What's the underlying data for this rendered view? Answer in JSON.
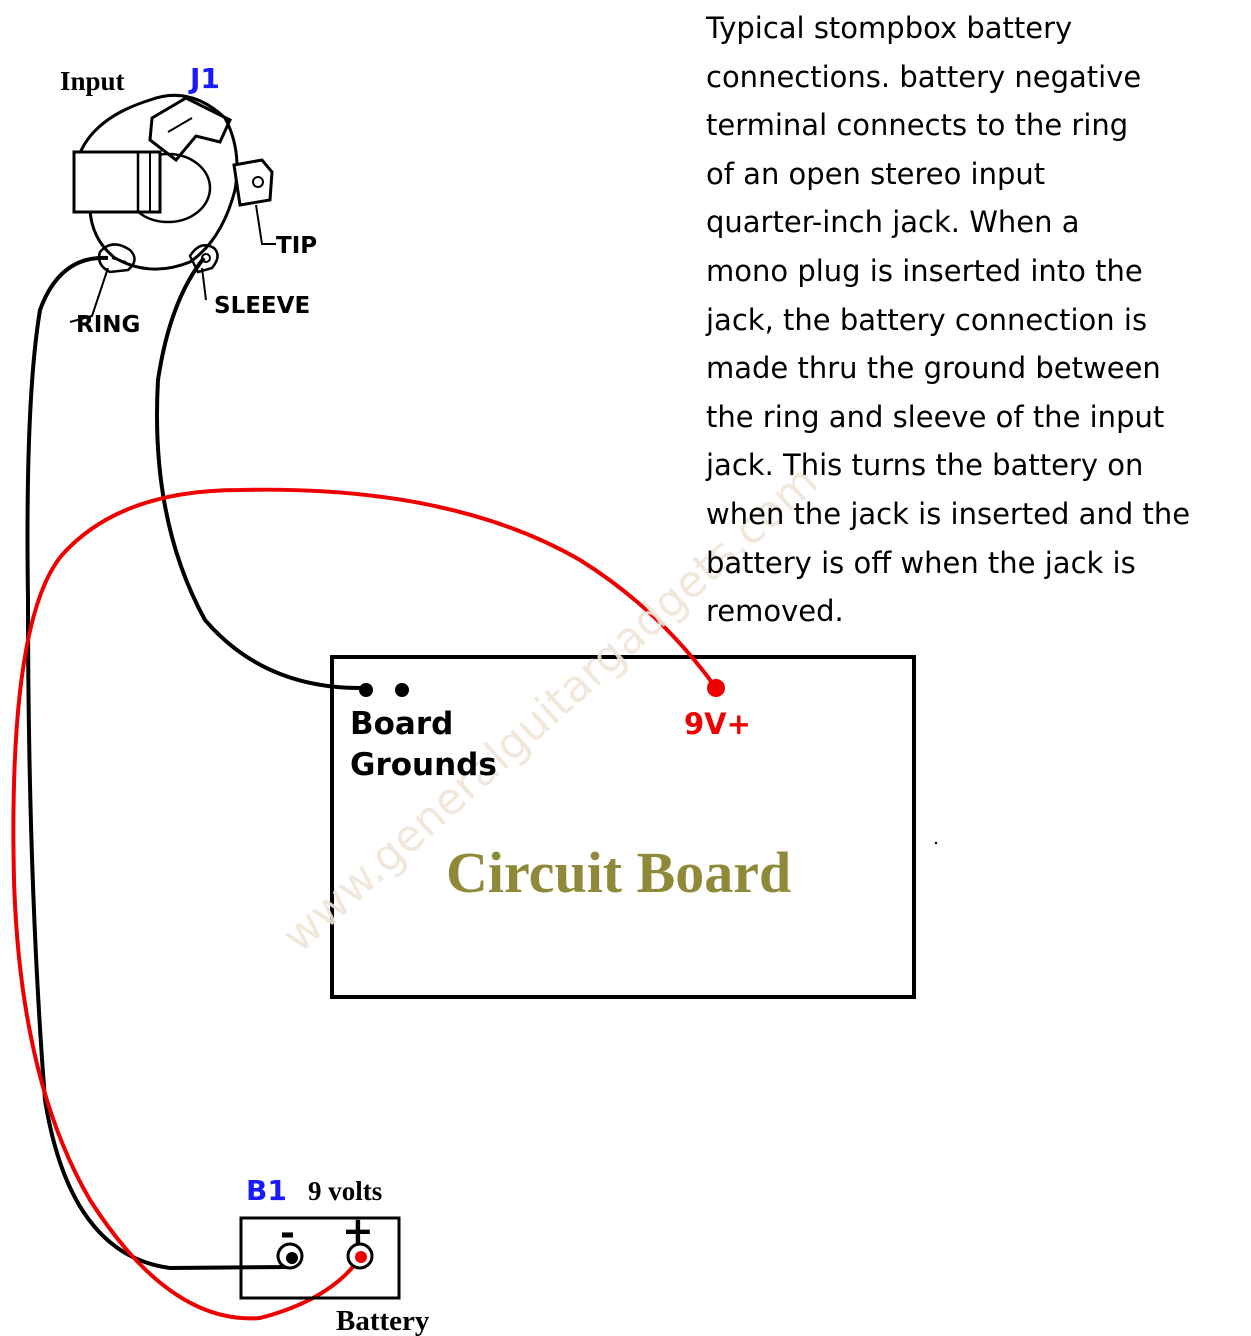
{
  "jack": {
    "input_label": "Input",
    "ref": "J1",
    "tip_label": "TIP",
    "ring_label": "RING",
    "sleeve_label": "SLEEVE"
  },
  "board": {
    "grounds_line1": "Board",
    "grounds_line2": "Grounds",
    "plus_label": "9V+",
    "title": "Circuit Board"
  },
  "battery": {
    "ref": "B1",
    "voltage": "9 volts",
    "minus": "-",
    "plus": "+",
    "label": "Battery"
  },
  "description": [
    "Typical stompbox battery",
    "connections.  battery negative",
    "terminal connects to the ring",
    "of an open stereo input",
    "quarter-inch jack.  When a",
    "mono plug is inserted into the",
    "jack, the battery connection is",
    "made thru the ground between",
    "the ring and sleeve of the input",
    "jack.  This turns the battery on",
    "when the jack is inserted and the",
    "battery is off when the jack is",
    "removed."
  ],
  "watermark": "www.generalguitargadgets.com",
  "colors": {
    "ref_blue": "#1a1aff",
    "positive_red": "#ee0000",
    "board_title": "#8f8a3a",
    "wire_black": "#000000"
  }
}
